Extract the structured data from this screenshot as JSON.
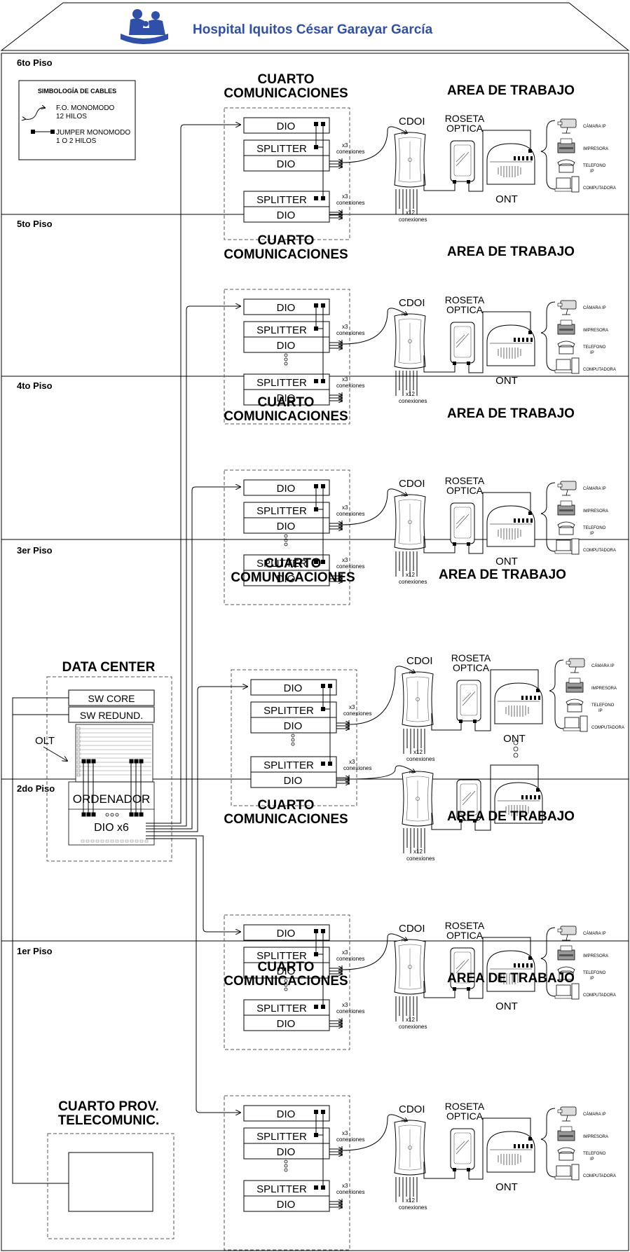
{
  "header": {
    "title": "Hospital Iquitos César Garayar García"
  },
  "legend": {
    "title": "SIMBOLOGÍA DE CABLES",
    "fo_line1": "F.O. MONOMODO",
    "fo_line2": "12 HILOS",
    "jumper_line1": "JUMPER MONOMODO",
    "jumper_line2": "1 O 2 HILOS"
  },
  "labels": {
    "cuarto1": "CUARTO",
    "cuarto2": "COMUNICACIONES",
    "area": "AREA DE TRABAJO",
    "dio": "DIO",
    "splitter": "SPLITTER",
    "x3": "x3",
    "conexiones": "conexiones",
    "x12": "x12",
    "cdoi": "CDOI",
    "roseta1": "ROSETA",
    "roseta2": "OPTICA",
    "ont": "ONT",
    "fo": "FO",
    "camara": "CÁMARA IP",
    "impresora": "IMPRESORA",
    "telefono1": "TELEFONO",
    "telefono2": "IP",
    "computadora": "COMPUTADORA"
  },
  "floors": [
    {
      "label": "6to Piso"
    },
    {
      "label": "5to Piso"
    },
    {
      "label": "4to Piso"
    },
    {
      "label": "3er Piso"
    },
    {
      "label": "2do Piso"
    },
    {
      "label": "1er Piso"
    }
  ],
  "datacenter": {
    "title": "DATA CENTER",
    "sw_core": "SW CORE",
    "sw_redund": "SW REDUND.",
    "olt": "OLT",
    "ordenador": "ORDENADOR",
    "dio_x6": "DIO x6"
  },
  "provider": {
    "title1": "CUARTO PROV.",
    "title2": "TELECOMUNIC."
  }
}
